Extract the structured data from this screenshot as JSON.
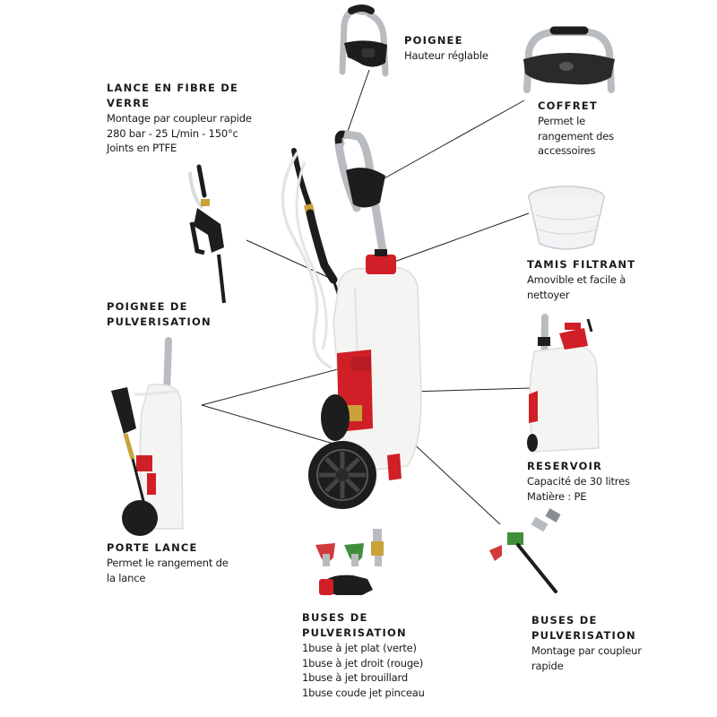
{
  "colors": {
    "tank": "#f4f4f2",
    "accent_red": "#d01f26",
    "handle_grey": "#b8bcc0",
    "rubber_black": "#1d1d1d",
    "nozzle_green": "#3f8f3a",
    "nozzle_red": "#d23a3a",
    "brass": "#c9a23a",
    "leader_line": "#222222"
  },
  "labels": {
    "poignee": {
      "title": "POIGNEE",
      "lines": [
        "Hauteur réglable"
      ]
    },
    "coffret": {
      "title": "COFFRET",
      "lines": [
        "Permet le",
        "rangement des",
        "accessoires"
      ]
    },
    "lance": {
      "title_lines": [
        "LANCE EN FIBRE DE",
        "VERRE"
      ],
      "lines": [
        "Montage par coupleur rapide",
        "280 bar - 25 L/min - 150°c",
        "Joints en PTFE"
      ]
    },
    "tamis": {
      "title": "TAMIS FILTRANT",
      "lines": [
        "Amovible et facile à",
        "nettoyer"
      ]
    },
    "poignee_pulv": {
      "title_lines": [
        "POIGNEE DE",
        "PULVERISATION"
      ],
      "lines": []
    },
    "reservoir": {
      "title": "RESERVOIR",
      "lines": [
        "Capacité de 30 litres",
        "Matière : PE"
      ]
    },
    "porte_lance": {
      "title": "PORTE LANCE",
      "lines": [
        "Permet le rangement de",
        "la lance"
      ]
    },
    "buses_left": {
      "title_lines": [
        "BUSES DE",
        "PULVERISATION"
      ],
      "lines": [
        "1buse à jet plat (verte)",
        "1buse à jet droit (rouge)",
        "1buse à jet brouillard",
        "1buse coude jet pinceau"
      ]
    },
    "buses_right": {
      "title_lines": [
        "BUSES DE",
        "PULVERISATION"
      ],
      "lines": [
        "Montage par coupleur",
        "rapide"
      ]
    }
  }
}
